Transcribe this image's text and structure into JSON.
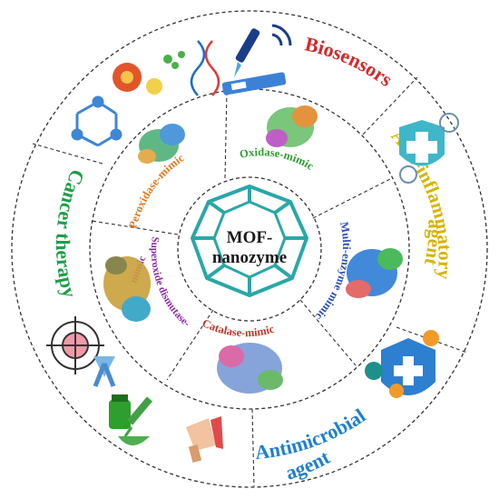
{
  "center": {
    "line1": "MOF-",
    "line2": "nanozyme"
  },
  "inner_ring": {
    "peroxidase": "Peroxidase-mimic",
    "oxidase": "Oxidase-mimic",
    "multi": "Multi-enzyme mimic",
    "catalase": "Catalase-mimic",
    "sod1": "Superoxide dismutase-",
    "sod2": "mimic"
  },
  "outer_ring": {
    "biosensors": "Biosensors",
    "anti1": "Anti-inflammatory",
    "anti2": "agent",
    "antimicrobial1": "Antimicrobial",
    "antimicrobial2": "agent",
    "cancer": "Cancer therapy"
  },
  "colors": {
    "center_text": "#1a1a1a",
    "cage": "#2aa7a7",
    "peroxidase": "#e07b1f",
    "oxidase": "#2e9e2e",
    "multi": "#2c4fb3",
    "catalase": "#c0392b",
    "sod": "#8e2ba8",
    "biosensors": "#d12a2a",
    "anti": "#d6b400",
    "antimicrobial": "#1f7fd1",
    "cancer": "#1f9e4a",
    "ring": "#333333"
  },
  "icons": [
    "virus-icon",
    "molecule-icon",
    "dna-icon",
    "dropper-icon",
    "test-strip-icon",
    "wifi-icon",
    "shield-cross-icon",
    "target-icon",
    "ribbon-icon",
    "medicine-bottle-icon",
    "syringe-icon",
    "hairdryer-icon",
    "protein-icon"
  ]
}
